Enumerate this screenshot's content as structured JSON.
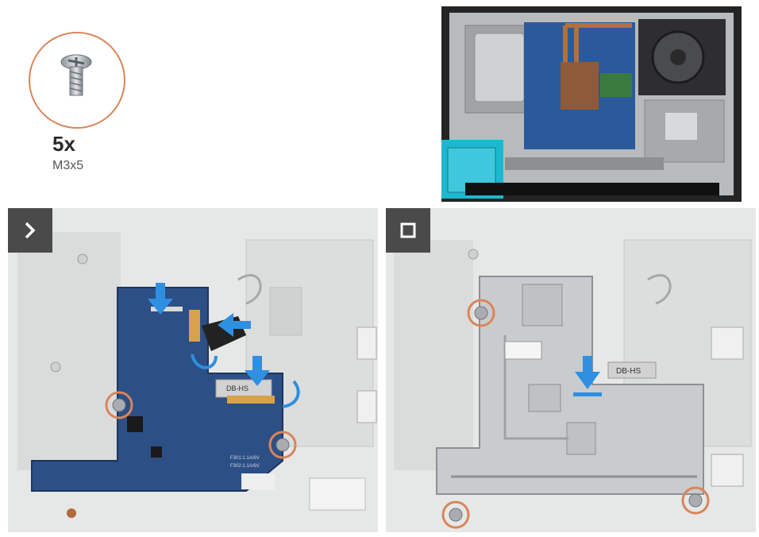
{
  "screw": {
    "count": "5x",
    "type": "M3x5",
    "ring_color": "#d9855a"
  },
  "steps": [
    {
      "icon": "chevron-right-icon"
    },
    {
      "icon": "square-stop-icon"
    }
  ],
  "labels": {
    "cable_connector": "DB-HS",
    "board_silk_1": "F301:1.1A/6V",
    "board_silk_2": "F302:1.1A/6V"
  },
  "colors": {
    "arrow": "#2f8fe0",
    "screw_ring": "#d9855a",
    "board": "#2c4f86",
    "shield": "#c9ccce",
    "step_tag": "#4a4a4a"
  }
}
